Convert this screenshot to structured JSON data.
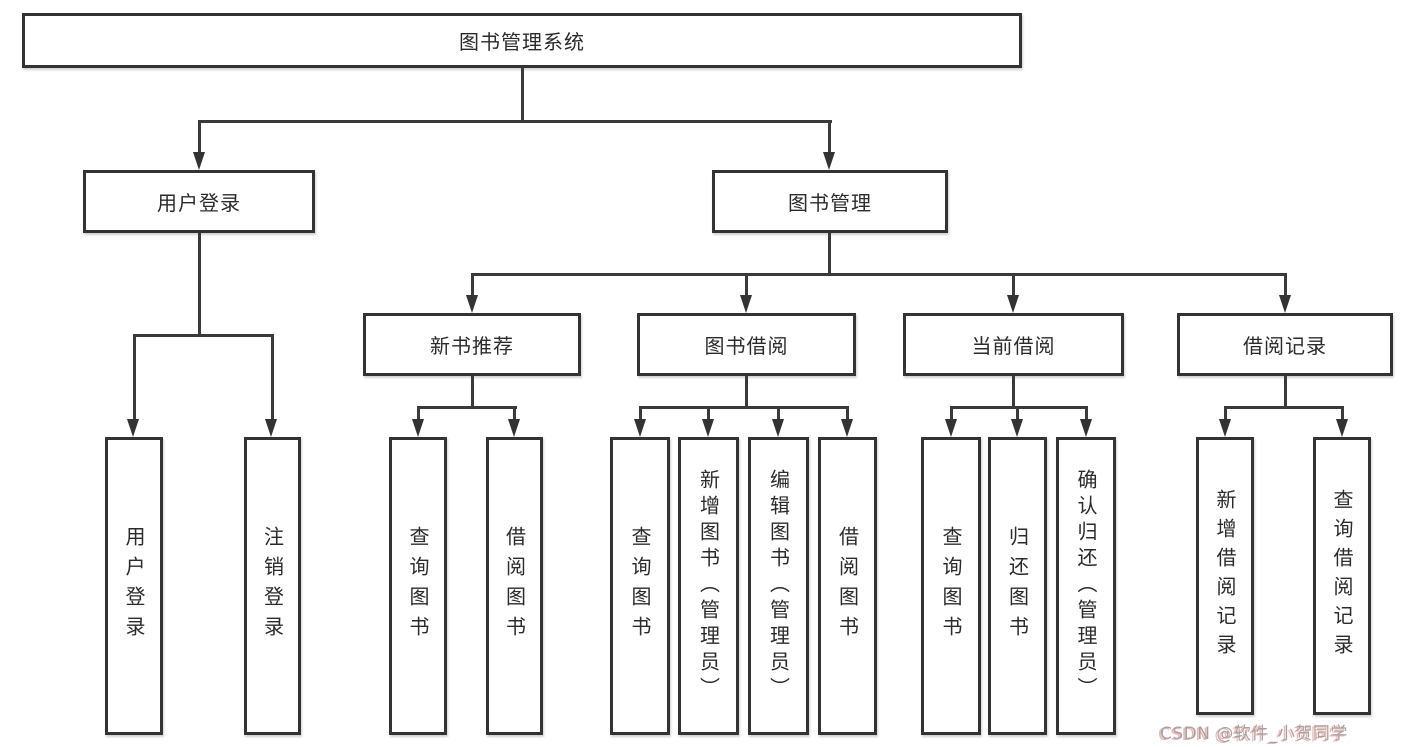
{
  "diagram": {
    "title": "图书管理系统",
    "tree": {
      "label": "图书管理系统",
      "children": [
        {
          "label": "用户登录",
          "children": [
            {
              "label": "用户登录"
            },
            {
              "label": "注销登录"
            }
          ]
        },
        {
          "label": "图书管理",
          "children": [
            {
              "label": "新书推荐",
              "children": [
                {
                  "label": "查询图书"
                },
                {
                  "label": "借阅图书"
                }
              ]
            },
            {
              "label": "图书借阅",
              "children": [
                {
                  "label": "查询图书"
                },
                {
                  "label": "新增图书（管理员）"
                },
                {
                  "label": "编辑图书（管理员）"
                },
                {
                  "label": "借阅图书"
                }
              ]
            },
            {
              "label": "当前借阅",
              "children": [
                {
                  "label": "查询图书"
                },
                {
                  "label": "归还图书"
                },
                {
                  "label": "确认归还（管理员）"
                }
              ]
            },
            {
              "label": "借阅记录",
              "children": [
                {
                  "label": "新增借阅记录"
                },
                {
                  "label": "查询借阅记录"
                }
              ]
            }
          ]
        }
      ]
    },
    "watermark": "CSDN @软件_小贺同学",
    "colors": {
      "line": "#333333",
      "box_background": "#ffffff",
      "text": "#2b2b2b",
      "watermark_gray": "#a3a3a3",
      "watermark_red": "#e97670"
    }
  }
}
